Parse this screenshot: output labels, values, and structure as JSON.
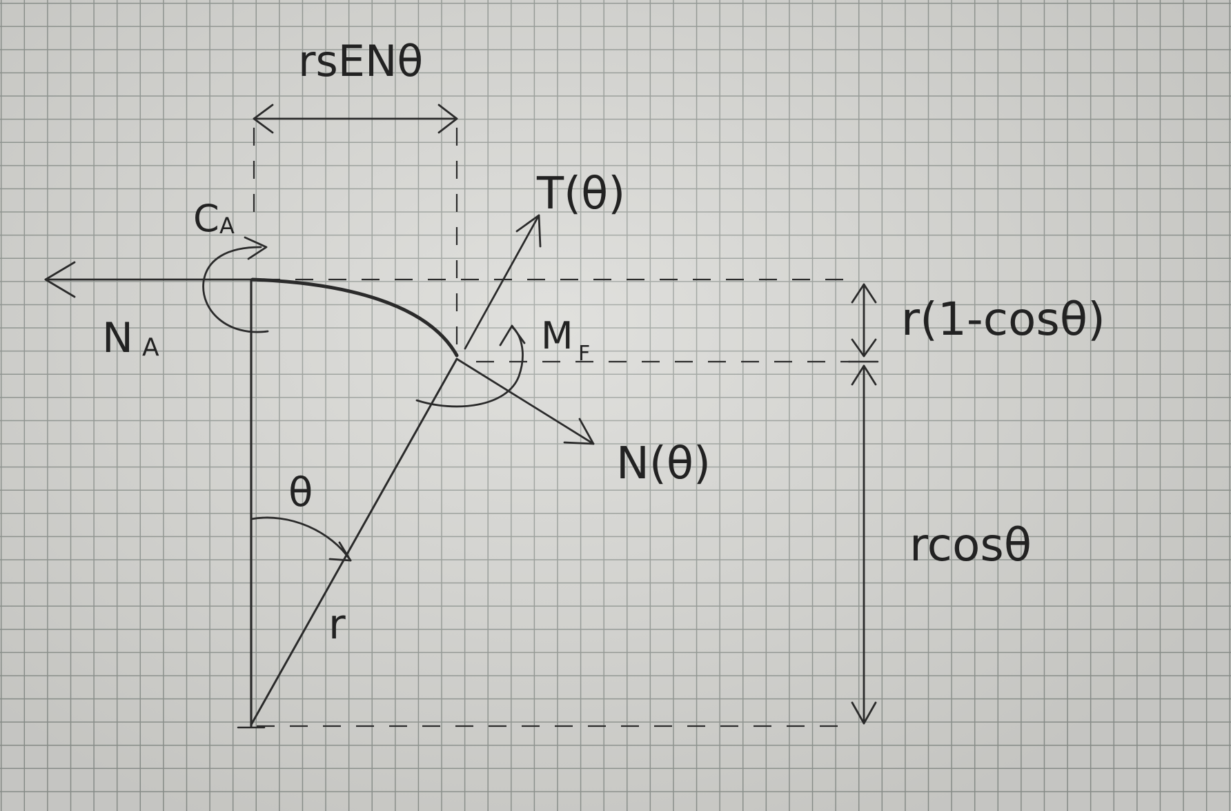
{
  "labels": {
    "r_sen_theta": "rsENθ",
    "T_theta": "T(θ)",
    "C": "C",
    "A_sub_C": "A",
    "N": "N",
    "A_sub_N": "A",
    "M": "M",
    "F_sub_M": "F",
    "N_theta": "N(θ)",
    "theta": "θ",
    "r": "r",
    "r_one_minus_cos": "r(1-cosθ)",
    "r_cos_theta": "rcosθ"
  },
  "colors": {
    "ink": "#2a2a2a",
    "paper": "#d6d6d2",
    "grid": "#8f9590"
  }
}
